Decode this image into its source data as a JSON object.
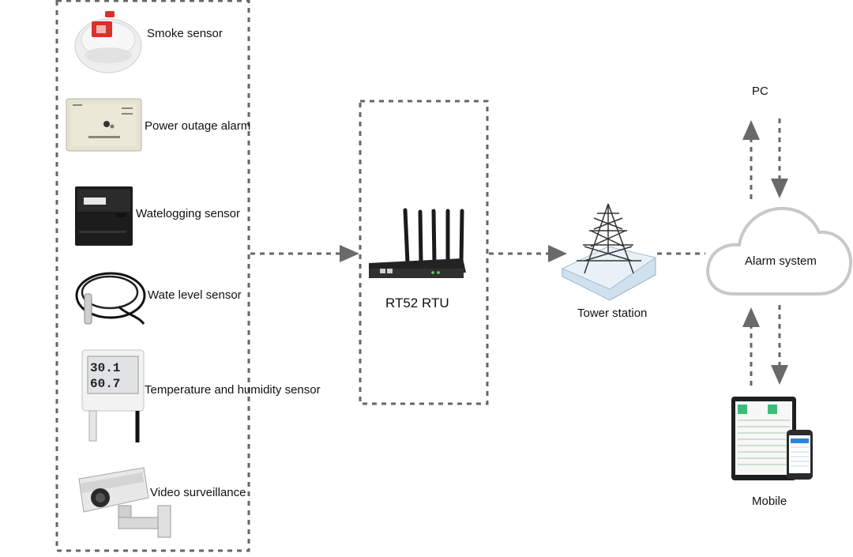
{
  "sensors": {
    "items": [
      {
        "label": "Smoke sensor",
        "icon": "smoke-sensor-icon"
      },
      {
        "label": "Power outage alarm",
        "icon": "power-outage-alarm-icon"
      },
      {
        "label": "Watelogging sensor",
        "icon": "waterlogging-sensor-icon"
      },
      {
        "label": "Wate level sensor",
        "icon": "water-level-sensor-icon"
      },
      {
        "label": "Temperature and humidity sensor",
        "icon": "temperature-humidity-sensor-icon"
      },
      {
        "label": "Video surveillance",
        "icon": "video-surveillance-camera-icon"
      }
    ]
  },
  "rtu": {
    "label": "RT52 RTU",
    "icon": "router-with-antennas-icon"
  },
  "tower": {
    "label": "Tower station",
    "icon": "transmission-tower-icon"
  },
  "cloud": {
    "label": "Alarm system",
    "icon": "cloud-icon"
  },
  "pc": {
    "label": "PC"
  },
  "mobile": {
    "label": "Mobile",
    "icon": "tablet-and-phone-icon"
  },
  "colors": {
    "dashed_line": "#666666",
    "arrow": "#6a6a6a",
    "cloud_stroke": "#c8c8c8"
  }
}
